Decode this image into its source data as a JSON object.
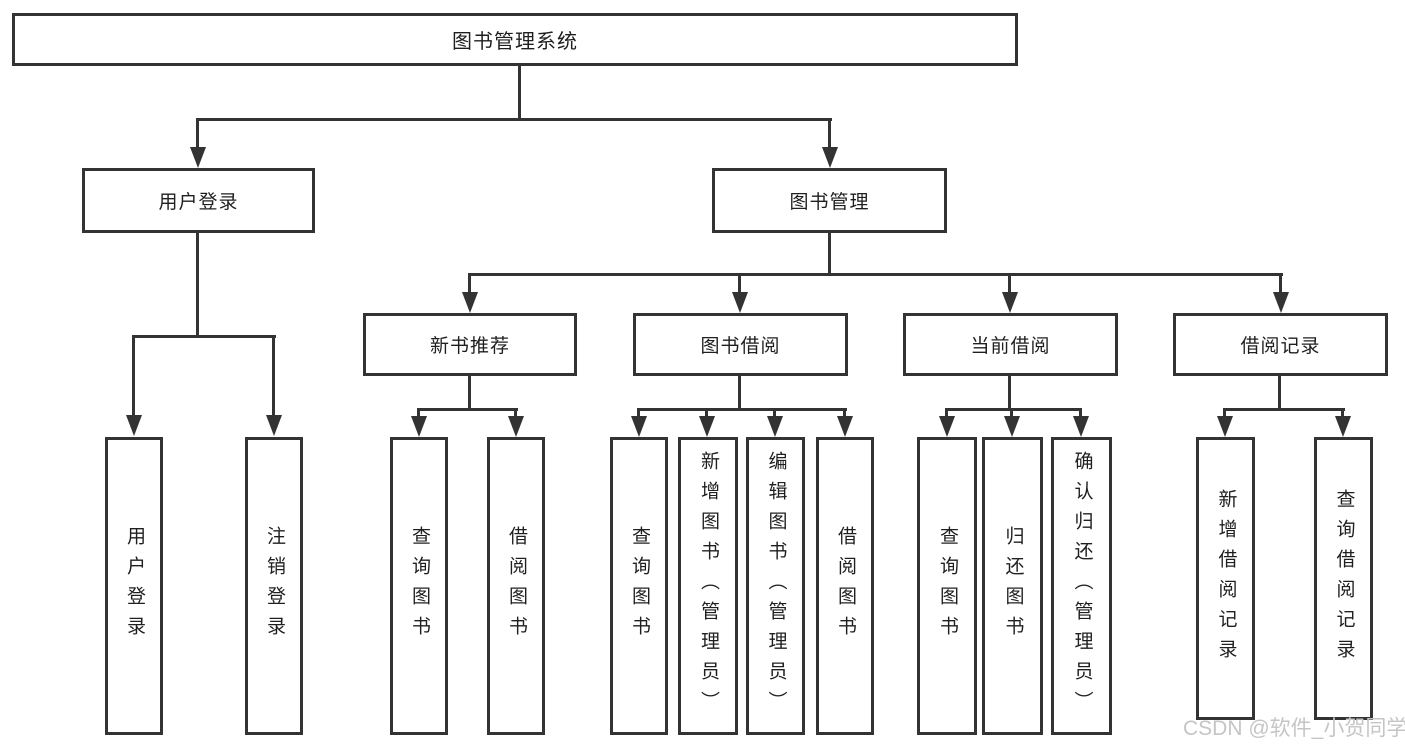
{
  "tree": {
    "root": "图书管理系统",
    "branches": [
      {
        "label": "用户登录",
        "children": [
          "用户登录",
          "注销登录"
        ]
      },
      {
        "label": "图书管理",
        "modules": [
          {
            "label": "新书推荐",
            "children": [
              "查询图书",
              "借阅图书"
            ]
          },
          {
            "label": "图书借阅",
            "children": [
              "查询图书",
              "新增图书（管理员）",
              "编辑图书（管理员）",
              "借阅图书"
            ]
          },
          {
            "label": "当前借阅",
            "children": [
              "查询图书",
              "归还图书",
              "确认归还（管理员）"
            ]
          },
          {
            "label": "借阅记录",
            "children": [
              "新增借阅记录",
              "查询借阅记录"
            ]
          }
        ]
      }
    ]
  },
  "watermark": "CSDN @软件_小贺同学",
  "colors": {
    "line": "#333333",
    "text": "#1f1f1f",
    "watermark": "#c5c5c5",
    "background": "#ffffff"
  }
}
